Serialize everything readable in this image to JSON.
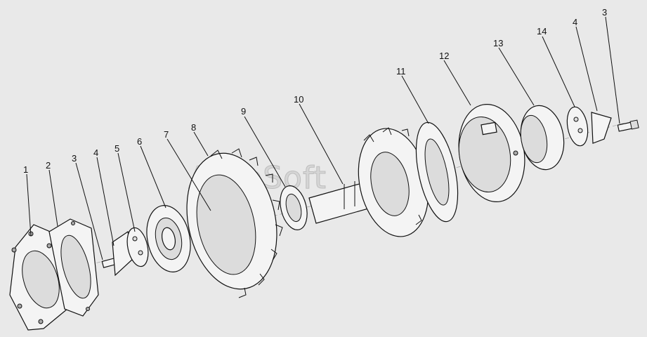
{
  "watermark": "AutoSoft",
  "callouts": [
    {
      "id": "c1",
      "text": "1"
    },
    {
      "id": "c2",
      "text": "2"
    },
    {
      "id": "c3a",
      "text": "3"
    },
    {
      "id": "c4a",
      "text": "4"
    },
    {
      "id": "c5",
      "text": "5"
    },
    {
      "id": "c6",
      "text": "6"
    },
    {
      "id": "c7",
      "text": "7"
    },
    {
      "id": "c8",
      "text": "8"
    },
    {
      "id": "c9",
      "text": "9"
    },
    {
      "id": "c10",
      "text": "10"
    },
    {
      "id": "c11",
      "text": "11"
    },
    {
      "id": "c12",
      "text": "12"
    },
    {
      "id": "c13",
      "text": "13"
    },
    {
      "id": "c14",
      "text": "14"
    },
    {
      "id": "c4b",
      "text": "4"
    },
    {
      "id": "c3b",
      "text": "3"
    }
  ]
}
